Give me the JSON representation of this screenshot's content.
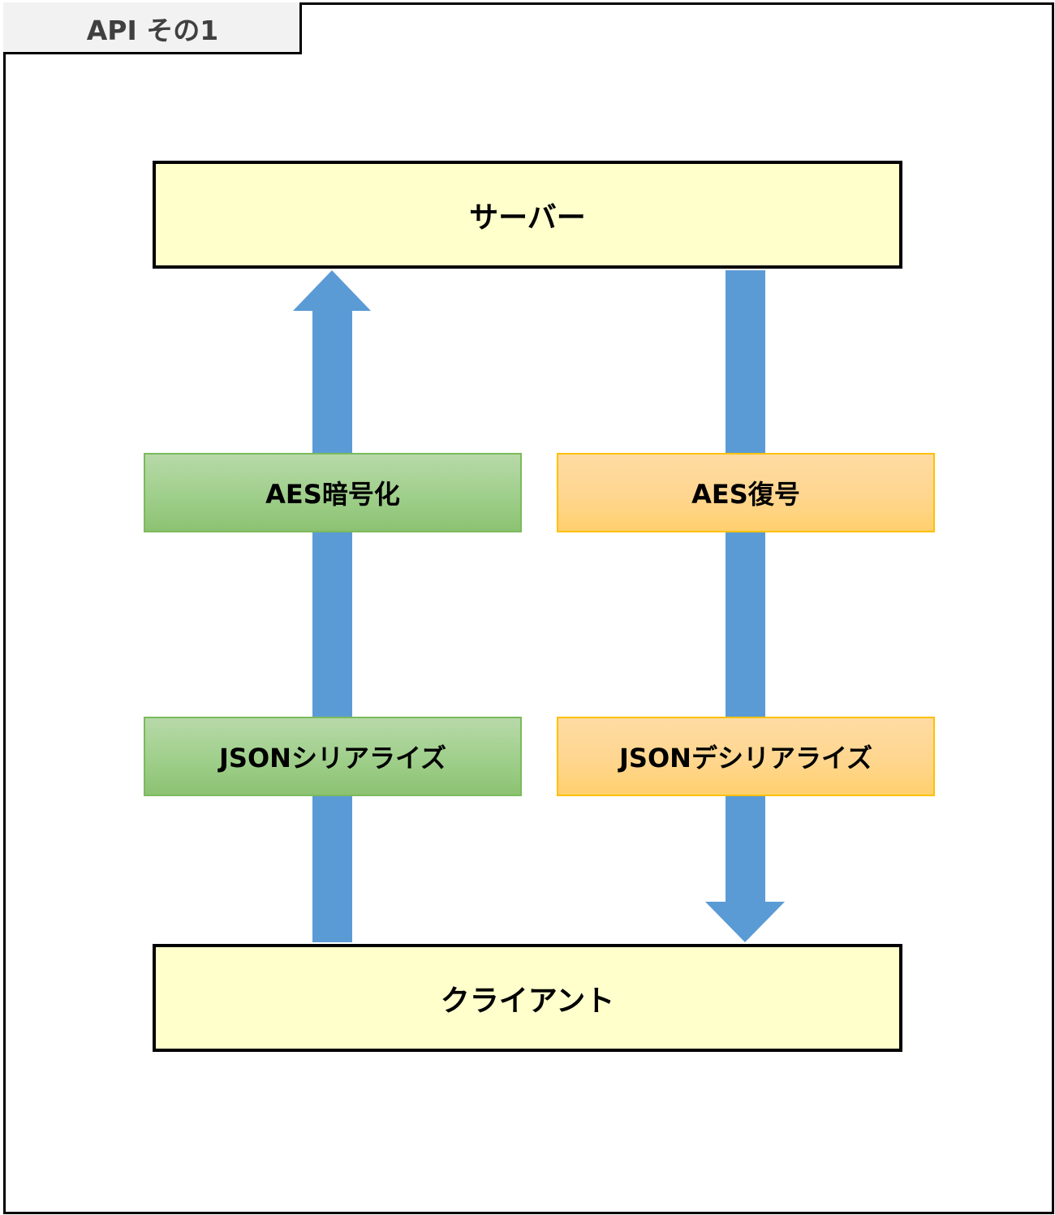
{
  "diagram": {
    "title": "API その1",
    "server_label": "サーバー",
    "client_label": "クライアント",
    "upstream": {
      "encrypt_label": "AES暗号化",
      "serialize_label": "JSONシリアライズ",
      "color": "#a9d18e"
    },
    "downstream": {
      "decrypt_label": "AES復号",
      "deserialize_label": "JSONデシリアライズ",
      "color": "#ffd966"
    },
    "arrow_color": "#5b9bd5",
    "node_color": "#ffffcc"
  }
}
